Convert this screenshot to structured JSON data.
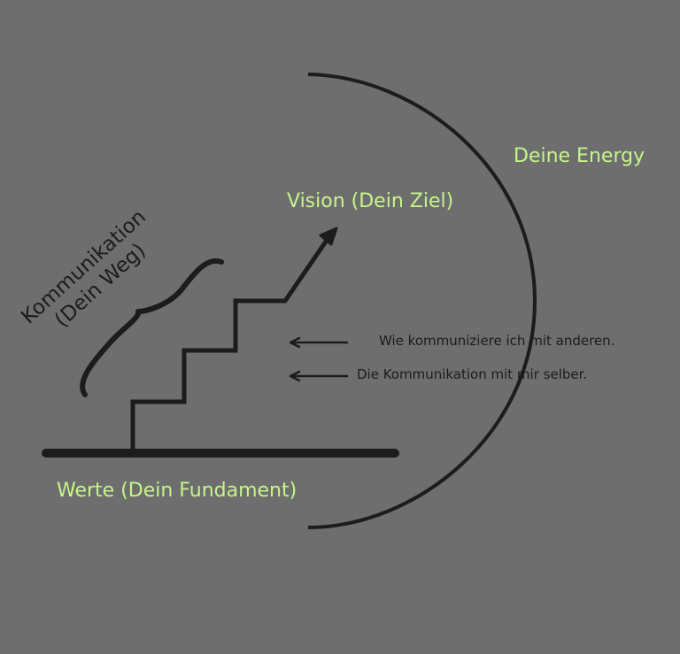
{
  "colors": {
    "background": "#6e6e6e",
    "stroke": "#1c1c1c",
    "accent_text": "#c6f58a"
  },
  "labels": {
    "energy": "Deine Energy",
    "vision": "Vision (Dein Ziel)",
    "values": "Werte (Dein Fundament)",
    "communication_line1": "Kommunikation",
    "communication_line2": "(Dein Weg)",
    "external_communication": "Wie kommuniziere ich mit anderen.",
    "internal_communication": "Die Kommunikation mit mir selber."
  }
}
